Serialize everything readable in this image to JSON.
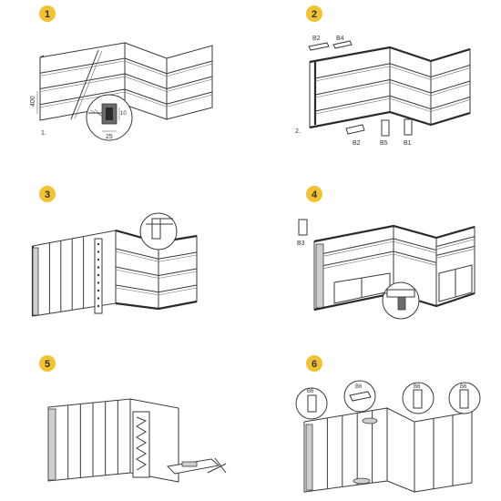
{
  "steps": [
    {
      "number": "1",
      "sub_label": "1.",
      "dim_height": "400",
      "dim_small": "10",
      "dim_width": "25"
    },
    {
      "number": "2",
      "sub_label": "2.",
      "parts_top": [
        "B2",
        "B4"
      ],
      "parts_bottom": [
        "B2",
        "B5",
        "B1"
      ]
    },
    {
      "number": "3"
    },
    {
      "number": "4",
      "part": "B3"
    },
    {
      "number": "5"
    },
    {
      "number": "6",
      "parts": [
        "B6",
        "B6",
        "B6",
        "B6"
      ]
    }
  ],
  "colors": {
    "badge_fill": "#f2c230",
    "badge_text": "#333333",
    "line": "#3a3a3a"
  }
}
